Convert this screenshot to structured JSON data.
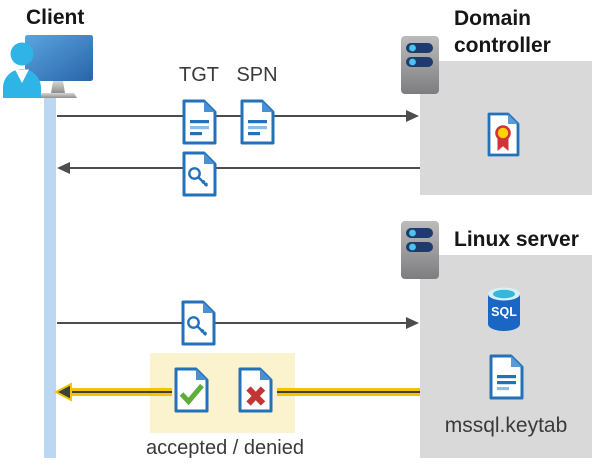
{
  "diagram": {
    "client": {
      "label": "Client"
    },
    "domain_controller": {
      "label": "Domain controller"
    },
    "linux_server": {
      "label": "Linux server",
      "sql_label": "SQL",
      "keytab_label": "mssql.keytab"
    },
    "flows": {
      "tgt_label": "TGT",
      "spn_label": "SPN",
      "result_label": "accepted / denied"
    },
    "icons": [
      "client-monitor-person",
      "server-icon",
      "certificate-document-icon",
      "text-document-icon",
      "key-document-icon",
      "check-document-icon",
      "x-document-icon",
      "sql-database-icon"
    ],
    "colors": {
      "doc_border": "#2372b9",
      "doc_fold": "#4a90d2",
      "doc_line_light": "#8fbce6",
      "check_green": "#5fae3c",
      "cross_red": "#c13535",
      "seal_yellow": "#ffd400",
      "seal_red": "#d13438",
      "gray_box": "#d9d9d9",
      "highlight_yellow": "#faf3ce",
      "arrow_gray": "#4d4d4d",
      "arrow_yellow": "#f2c500",
      "timeline_blue": "#bcd7f1",
      "sql_blue": "#1a66c4",
      "person_cyan": "#2eb4e7"
    }
  }
}
